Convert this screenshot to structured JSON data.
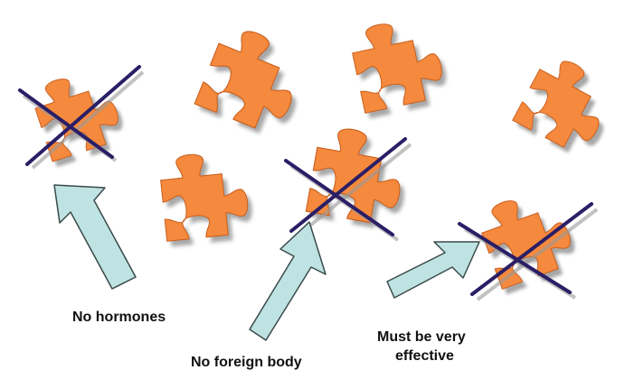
{
  "colors": {
    "piece": "#f5893d",
    "piece_edge": "#c8601f",
    "shadow": "#8a8a8a",
    "cross": "#2a1e66",
    "arrow_fill": "#bfe3e3",
    "arrow_stroke": "#3a4a4a"
  },
  "labels": {
    "no_hormones": "No hormones",
    "no_foreign_body": "No foreign body",
    "must_be_very": "Must be very",
    "effective": "effective"
  },
  "pieces": [
    {
      "name": "piece-crossed-left",
      "crossed": true
    },
    {
      "name": "piece-top-center-left",
      "crossed": false
    },
    {
      "name": "piece-top-center-right",
      "crossed": false
    },
    {
      "name": "piece-top-right",
      "crossed": false
    },
    {
      "name": "piece-middle-left",
      "crossed": false
    },
    {
      "name": "piece-crossed-center",
      "crossed": true
    },
    {
      "name": "piece-crossed-right",
      "crossed": true
    }
  ]
}
